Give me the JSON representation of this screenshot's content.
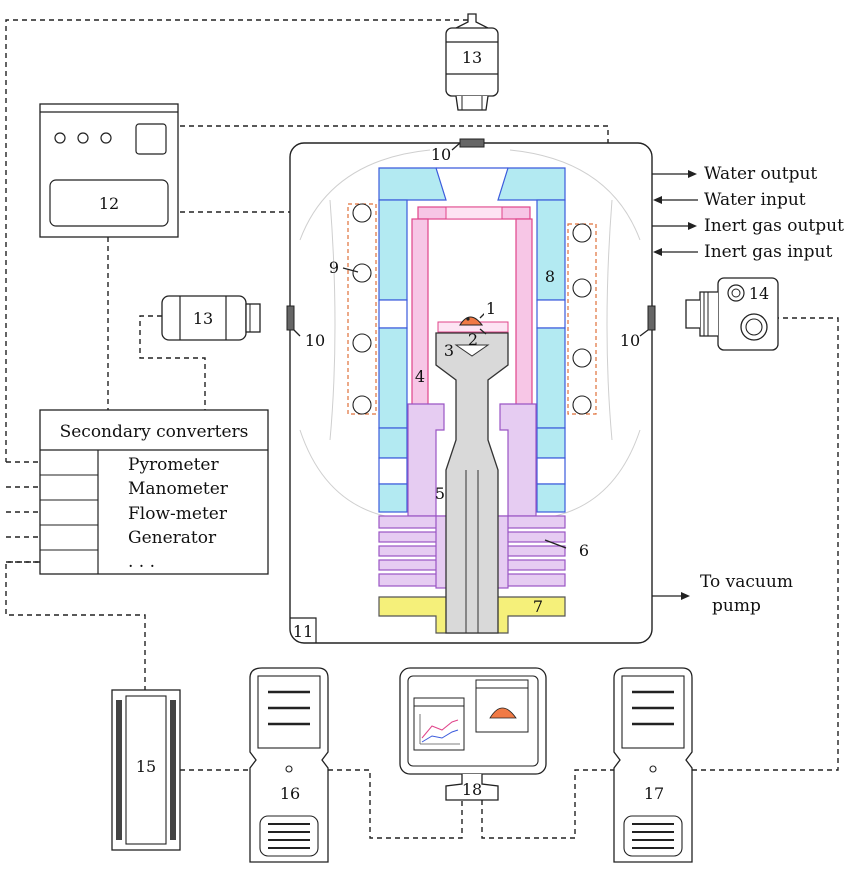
{
  "numbers": {
    "n1": "1",
    "n2": "2",
    "n3": "3",
    "n4": "4",
    "n5": "5",
    "n6": "6",
    "n7": "7",
    "n8": "8",
    "n9": "9",
    "n10": "10",
    "n11": "11",
    "n12": "12",
    "n13": "13",
    "n14": "14",
    "n15": "15",
    "n16": "16",
    "n17": "17",
    "n18": "18"
  },
  "flows": {
    "water_output": "Water output",
    "water_input": "Water input",
    "gas_output": "Inert gas output",
    "gas_input": "Inert gas input",
    "vacuum_line1": "To vacuum",
    "vacuum_line2": "pump"
  },
  "converters": {
    "title": "Secondary converters",
    "items": [
      "Pyrometer",
      "Manometer",
      "Flow-meter",
      "Generator",
      ". . ."
    ]
  },
  "colors": {
    "cooling": "#b3eaf2",
    "cooling_stroke": "#3b5bdc",
    "heater": "#f7c6e6",
    "heater_stroke": "#e0448a",
    "support": "#e6ccf2",
    "support_stroke": "#9a55c4",
    "base": "#f5f07a",
    "rod": "#d9d9d9",
    "sample": "#f07a45",
    "coil_stroke": "#e0703a"
  }
}
